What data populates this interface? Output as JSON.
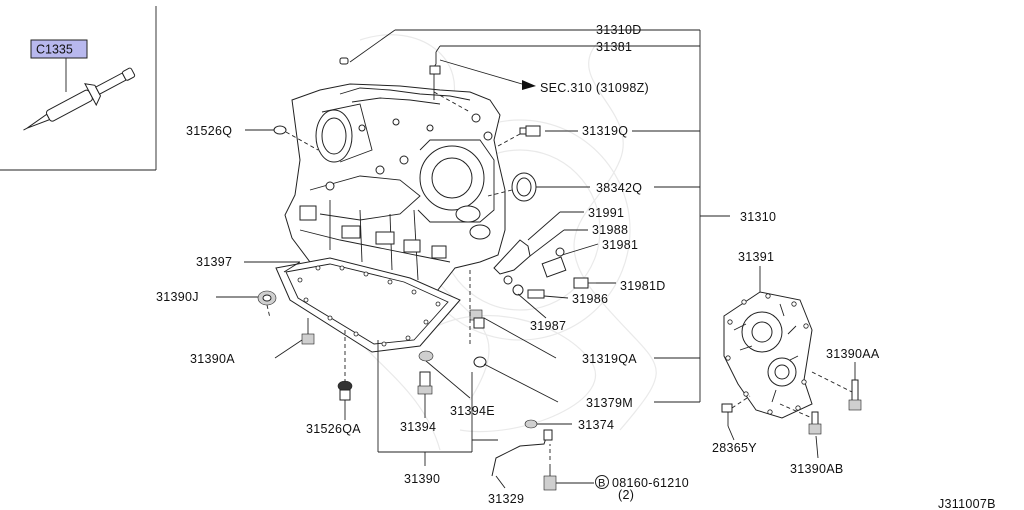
{
  "diagram": {
    "inset_tool_code": "C1335",
    "drawing_id": "J311007B",
    "labels": {
      "p31310D": "31310D",
      "p31381": "31381",
      "sec": "SEC.310 (31098Z)",
      "p31526Q": "31526Q",
      "p31319Q": "31319Q",
      "p38342Q": "38342Q",
      "p31991": "31991",
      "p31310": "31310",
      "p31988": "31988",
      "p31981": "31981",
      "p31397": "31397",
      "p31391": "31391",
      "p31981D": "31981D",
      "p31390J": "31390J",
      "p31986": "31986",
      "p31987": "31987",
      "p31390A": "31390A",
      "p31319QA": "31319QA",
      "p31390AA": "31390AA",
      "p31379M": "31379M",
      "p31394E": "31394E",
      "p31374": "31374",
      "p31526QA": "31526QA",
      "p31394": "31394",
      "p28365Y": "28365Y",
      "p31390AB": "31390AB",
      "p31390": "31390",
      "p08160": "08160-61210",
      "p08160_qty": "(2)",
      "bolt_symbol": "B",
      "p31329": "31329"
    }
  }
}
